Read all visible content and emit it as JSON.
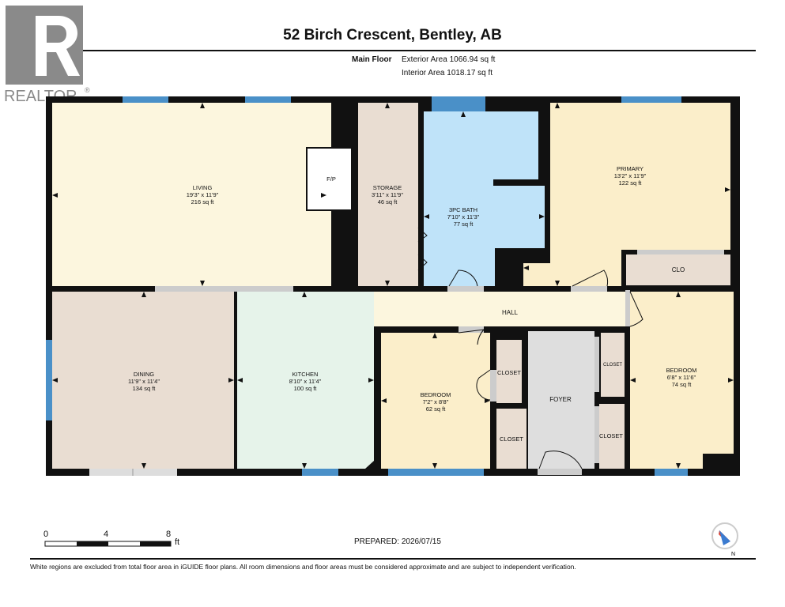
{
  "header": {
    "title": "52 Birch Crescent, Bentley, AB",
    "floor_label": "Main Floor",
    "exterior_area": "Exterior Area 1066.94 sq ft",
    "interior_area": "Interior Area 1018.17 sq ft"
  },
  "logo": {
    "text": "REALTOR",
    "mark": "®"
  },
  "rooms": {
    "living": {
      "name": "LIVING",
      "dims": "19'3\" x 11'9\"",
      "area": "216 sq ft"
    },
    "fireplace": {
      "name": "F/P"
    },
    "storage": {
      "name": "STORAGE",
      "dims": "3'11\" x 11'9\"",
      "area": "46 sq ft"
    },
    "bath": {
      "name": "3PC BATH",
      "dims": "7'10\" x 11'3\"",
      "area": "77 sq ft"
    },
    "primary": {
      "name": "PRIMARY",
      "dims": "13'2\" x 11'9\"",
      "area": "122 sq ft"
    },
    "clo": {
      "name": "CLO"
    },
    "hall": {
      "name": "HALL"
    },
    "dining": {
      "name": "DINING",
      "dims": "11'9\" x 11'4\"",
      "area": "134 sq ft"
    },
    "kitchen": {
      "name": "KITCHEN",
      "dims": "8'10\" x 11'4\"",
      "area": "100 sq ft"
    },
    "bedroom1": {
      "name": "BEDROOM",
      "dims": "7'2\" x 8'8\"",
      "area": "62 sq ft"
    },
    "closet1": {
      "name": "CLOSET"
    },
    "closet2": {
      "name": "CLOSET"
    },
    "foyer": {
      "name": "FOYER"
    },
    "closet3": {
      "name": "CLOSET"
    },
    "closet4": {
      "name": "CLOSET"
    },
    "bedroom2": {
      "name": "BEDROOM",
      "dims": "6'8\" x 11'6\"",
      "area": "74 sq ft"
    }
  },
  "scale": {
    "ticks": [
      "0",
      "4",
      "8"
    ],
    "unit": "ft"
  },
  "compass": {
    "label": "N"
  },
  "footer": {
    "prepared": "PREPARED: 2026/07/15",
    "disclaimer": "White regions are excluded from total floor area in iGUIDE floor plans. All room dimensions and floor areas must be considered approximate and are subject to independent verification."
  },
  "colors": {
    "living": "#fcf6de",
    "storage": "#e9ddd2",
    "bath": "#bfe3f9",
    "primary": "#fbeeca",
    "hall": "#fcf6de",
    "dining": "#e9ddd2",
    "kitchen": "#e6f3ea",
    "bedroom": "#fbeeca",
    "closet": "#e9ddd2",
    "foyer": "#dedede",
    "wall": "#111111",
    "window": "#4a90c8"
  }
}
